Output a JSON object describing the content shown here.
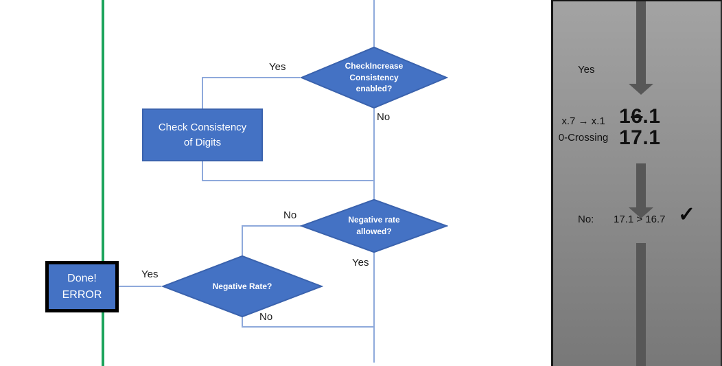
{
  "colors": {
    "shape_fill": "#4472C4",
    "shape_border": "#3A62AD",
    "connector": "#8EA9DB",
    "green_line": "#1CA45C",
    "arrow_gray": "#575757",
    "panel_top": "#A3A3A3",
    "panel_bottom": "#787878"
  },
  "flowchart": {
    "decision1": {
      "label": "CheckIncrease Consistency enabled?",
      "yes_label": "Yes",
      "no_label": "No"
    },
    "process1": {
      "label": "Check Consistency of Digits"
    },
    "decision2": {
      "label": "Negative rate allowed?",
      "no_label": "No",
      "yes_label": "Yes"
    },
    "decision3": {
      "label": "Negative Rate?",
      "yes_label": "Yes",
      "no_label": "No"
    },
    "terminator": {
      "label": "Done!\nERROR"
    }
  },
  "side_panel": {
    "yes_label": "Yes",
    "rule_line1": "x.7 → x.1",
    "rule_line2": "0-Crossing",
    "old_value": {
      "pre": "1",
      "struck": "6",
      "post": ".1"
    },
    "new_value": "17.1",
    "result": {
      "no_label": "No:",
      "comparison": "17.1 > 16.7",
      "checkmark": "✓"
    }
  }
}
